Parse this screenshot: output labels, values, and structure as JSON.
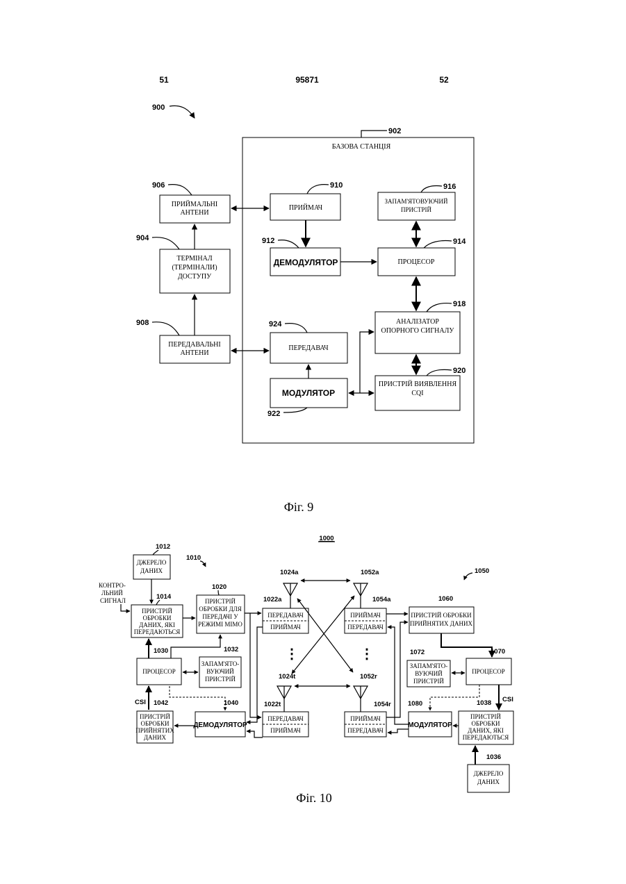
{
  "header": {
    "left": "51",
    "center": "95871",
    "right": "52"
  },
  "fig9": {
    "caption": "Фіг. 9",
    "refs": {
      "system": "900",
      "base_station": "902",
      "rx_antennas": "906",
      "terminal": "904",
      "tx_antennas": "908",
      "receiver": "910",
      "demodulator": "912",
      "memory": "916",
      "processor": "914",
      "analyzer": "918",
      "transmitter": "924",
      "cqi": "920",
      "modulator": "922"
    },
    "labels": {
      "base_station": "БАЗОВА СТАНЦІЯ",
      "rx_antennas": [
        "ПРИЙМАЛЬНІ",
        "АНТЕНИ"
      ],
      "terminal": [
        "ТЕРМІНАЛ",
        "(ТЕРМІНАЛИ)",
        "ДОСТУПУ"
      ],
      "tx_antennas": [
        "ПЕРЕДАВАЛЬНІ",
        "АНТЕНИ"
      ],
      "receiver": "ПРИЙМАЧ",
      "demodulator": "ДЕМОДУЛЯТОР",
      "memory": [
        "ЗАПАМ'ЯТОВУЮЧИЙ",
        "ПРИСТРІЙ"
      ],
      "processor": "ПРОЦЕСОР",
      "analyzer": [
        "АНАЛІЗАТОР",
        "ОПОРНОГО СИГНАЛУ"
      ],
      "transmitter": "ПЕРЕДАВАЧ",
      "modulator": "МОДУЛЯТОР",
      "cqi": [
        "ПРИСТРІЙ ВИЯВЛЕННЯ",
        "CQI"
      ]
    }
  },
  "fig10": {
    "caption": "Фіг. 10",
    "refs": {
      "system": "1000",
      "tx_system": "1010",
      "rx_system": "1050",
      "data_source_tx": "1012",
      "tx_data_proc": "1014",
      "tx_mimo_proc": "1020",
      "tmtr_a": "1022a",
      "ant_a": "1024a",
      "ant_t": "1024t",
      "tmtr_t": "1022t",
      "processor_tx": "1030",
      "memory_tx": "1032",
      "demod_tx": "1040",
      "rx_data_proc_tx": "1042",
      "ant_ra": "1052a",
      "rcvr_a": "1054a",
      "ant_rr": "1052r",
      "rcvr_r": "1054r",
      "rx_data_proc": "1060",
      "memory_rx": "1072",
      "processor_rx": "1070",
      "modulator_rx": "1080",
      "tx_data_proc_rx": "1038",
      "data_source_rx": "1036"
    },
    "labels": {
      "data_source": [
        "ДЖЕРЕЛО",
        "ДАНИХ"
      ],
      "control_signal": [
        "КОНТРО-",
        "ЛЬНИЙ",
        "СИГНАЛ"
      ],
      "tx_data_proc": [
        "ПРИСТРІЙ",
        "ОБРОБКИ",
        "ДАНИХ, ЯКІ",
        "ПЕРЕДАЮТЬСЯ"
      ],
      "tx_mimo_proc": [
        "ПРИСТРІЙ",
        "ОБРОБКИ ДЛЯ",
        "ПЕРЕДАЧІ У",
        "РЕЖИМІ MIMO"
      ],
      "transmitter": "ПЕРЕДАВАЧ",
      "receiver": "ПРИЙМАЧ",
      "processor": "ПРОЦЕСОР",
      "memory": [
        "ЗАПАМ'ЯТО-",
        "ВУЮЧИЙ",
        "ПРИСТРІЙ"
      ],
      "demodulator": "ДЕМОДУЛЯТОР",
      "modulator": "МОДУЛЯТОР",
      "rx_data_proc": [
        "ПРИСТРІЙ",
        "ОБРОБКИ",
        "ПРИЙНЯТИХ",
        "ДАНИХ"
      ],
      "rx_data_proc_right": [
        "ПРИСТРІЙ ОБРОБКИ",
        "ПРИЙНЯТИХ ДАНИХ"
      ],
      "csi": "CSI",
      "dots": "⋮"
    }
  }
}
